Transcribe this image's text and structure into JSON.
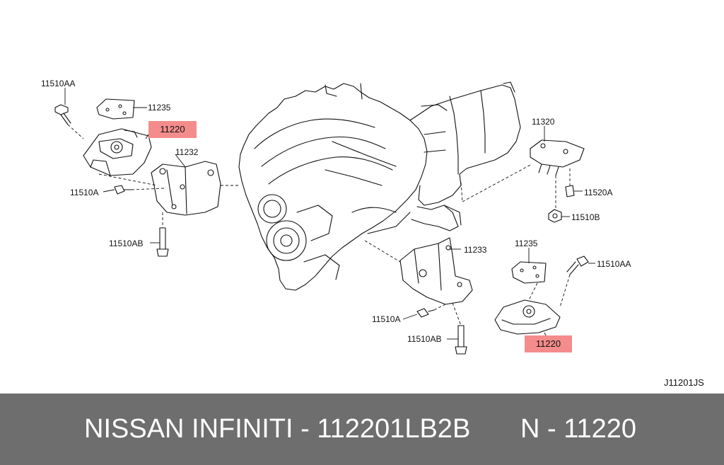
{
  "labels": {
    "top_left_bolt": "11510AA",
    "top_left_plate": "11235",
    "left_mount_highlight": "11220",
    "left_bracket": "11232",
    "left_bolt_a": "11510A",
    "left_bolt_ab": "11510AB",
    "rear_mount": "11320",
    "rear_nut_a": "11520A",
    "rear_nut_b": "11510B",
    "right_bracket": "11233",
    "right_plate": "11235",
    "right_bolt_aa": "11510AA",
    "right_bolt_a": "11510A",
    "right_bolt_ab": "11510AB",
    "right_mount_highlight": "11220"
  },
  "diagram_code": "J11201JS",
  "footer": {
    "brand": "NISSAN  INFINITI - 112201LB2B",
    "part_ref": "N - 11220"
  },
  "colors": {
    "highlight": "#f48c8c",
    "footer_bg": "#6e6e6e",
    "footer_text": "#ffffff",
    "line": "#111111"
  }
}
